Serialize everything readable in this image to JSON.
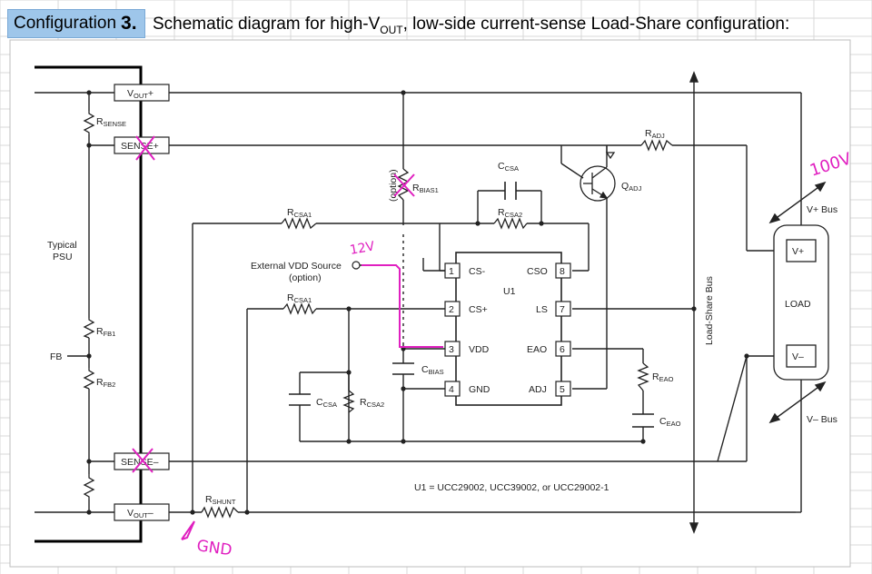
{
  "header": {
    "config_label": "Configuration",
    "config_number": "3.",
    "title_prefix": "Schematic diagram for high-V",
    "title_sub": "OUT",
    "title_suffix": ", low-side current-sense Load-Share configuration:"
  },
  "psu": {
    "label_line1": "Typical",
    "label_line2": "PSU",
    "fb_label": "FB",
    "vout_plus_main": "V",
    "vout_plus_sub": "OUT",
    "vout_plus_sign": "+",
    "sense_plus": "SENSE+",
    "sense_minus": "SENSE–",
    "vout_minus_main": "V",
    "vout_minus_sub": "OUT",
    "vout_minus_sign": "–"
  },
  "components": {
    "rsense": {
      "main": "R",
      "sub": "SENSE"
    },
    "rfb1": {
      "main": "R",
      "sub": "FB1"
    },
    "rfb2": {
      "main": "R",
      "sub": "FB2"
    },
    "rshunt": {
      "main": "R",
      "sub": "SHUNT"
    },
    "rcsa1_top": {
      "main": "R",
      "sub": "CSA1"
    },
    "rcsa1_mid": {
      "main": "R",
      "sub": "CSA1"
    },
    "rcsa2_top": {
      "main": "R",
      "sub": "CSA2"
    },
    "rcsa2_bot": {
      "main": "R",
      "sub": "CSA2"
    },
    "ccsa_top": {
      "main": "C",
      "sub": "CSA"
    },
    "ccsa_bot": {
      "main": "C",
      "sub": "CSA"
    },
    "rbias1": {
      "main": "R",
      "sub": "BIAS1"
    },
    "rbias_option": "(option)",
    "cbias": {
      "main": "C",
      "sub": "BIAS"
    },
    "radj": {
      "main": "R",
      "sub": "ADJ"
    },
    "qadj": {
      "main": "Q",
      "sub": "ADJ"
    },
    "reao": {
      "main": "R",
      "sub": "EAO"
    },
    "ceao": {
      "main": "C",
      "sub": "EAO"
    }
  },
  "vdd_source": {
    "line1": "External VDD Source",
    "line2": "(option)"
  },
  "ic": {
    "name": "U1",
    "pins": [
      {
        "num": "1",
        "name": "CS-"
      },
      {
        "num": "2",
        "name": "CS+"
      },
      {
        "num": "3",
        "name": "VDD"
      },
      {
        "num": "4",
        "name": "GND"
      },
      {
        "num": "8",
        "name": "CSO"
      },
      {
        "num": "7",
        "name": "LS"
      },
      {
        "num": "6",
        "name": "EAO"
      },
      {
        "num": "5",
        "name": "ADJ"
      }
    ],
    "part_note": "U1 = UCC29002, UCC39002, or UCC29002-1"
  },
  "bus": {
    "load_share_bus": "Load-Share Bus",
    "vplus_bus": "V+ Bus",
    "vminus_bus": "V– Bus",
    "load": "LOAD",
    "load_vplus": "V+",
    "load_vminus": "V–"
  },
  "annotations": {
    "v12": "12V",
    "v100": "100V",
    "gnd": "GND",
    "color": "#e020c0"
  }
}
